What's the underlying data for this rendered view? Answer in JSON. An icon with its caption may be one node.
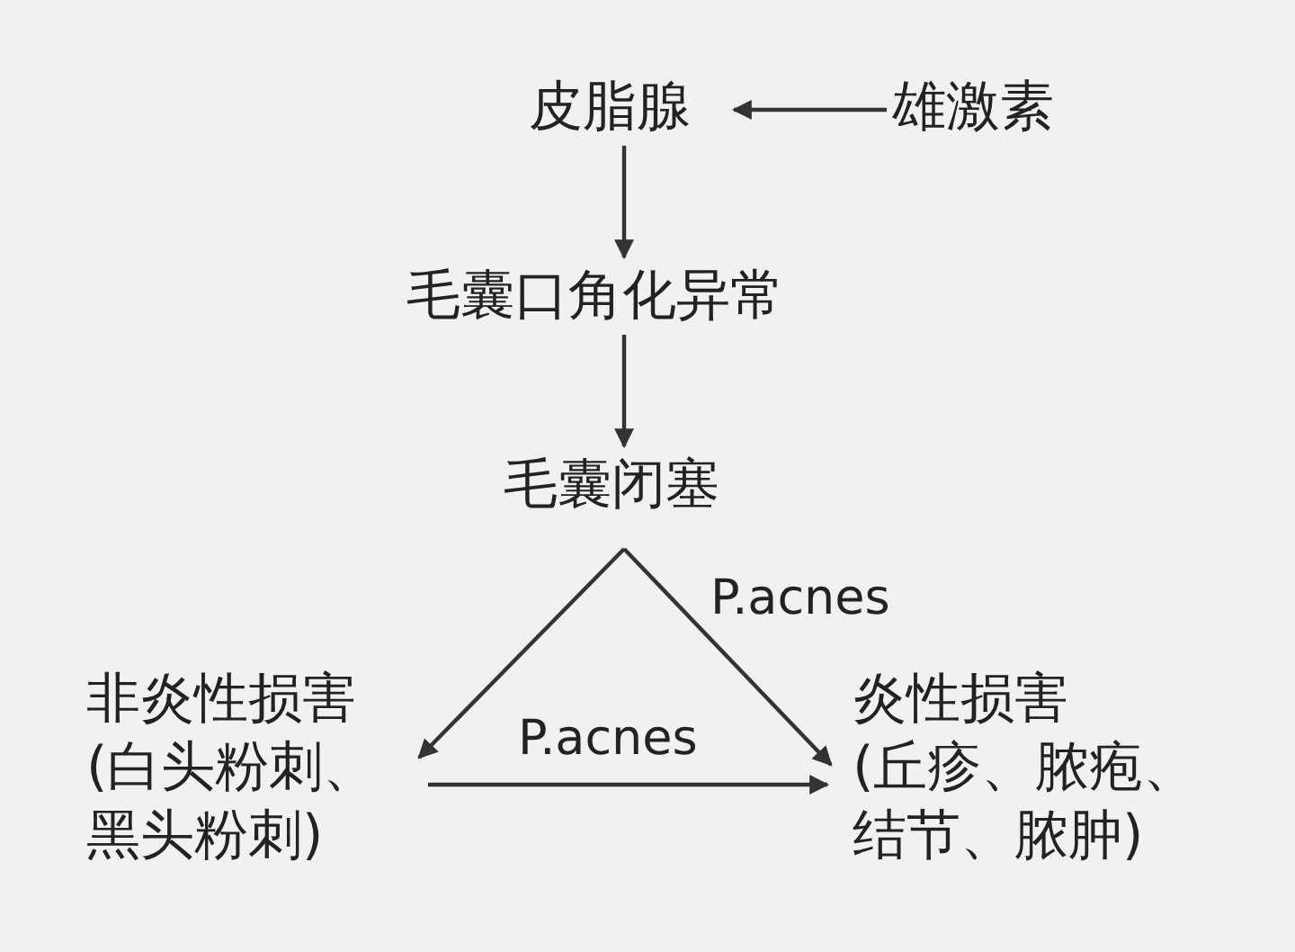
{
  "diagram": {
    "nodes": [
      {
        "text": [
          "皮脂腺"
        ]
      },
      {
        "text": [
          "雄激素"
        ]
      },
      {
        "text": [
          "毛囊口角化异常"
        ]
      },
      {
        "text": [
          "毛囊闭塞"
        ]
      },
      {
        "text": [
          "非炎性损害",
          "(白头粉刺、黑头粉刺)"
        ]
      },
      {
        "text": [
          "炎性损害",
          "(丘疹、脓疱、结节、脓肿)"
        ]
      }
    ],
    "edges": [
      {
        "from": 1,
        "to": 0,
        "arrow": "to"
      },
      {
        "from": 0,
        "to": 2,
        "arrow": "to"
      },
      {
        "from": 2,
        "to": 3,
        "arrow": "to"
      },
      {
        "from": 3,
        "to": 4,
        "arrow": "to"
      },
      {
        "from": 3,
        "to": 5,
        "arrow": "to",
        "label": "P.acnes"
      },
      {
        "from": 4,
        "to": 5,
        "arrow": "to",
        "label": "P.acnes"
      }
    ]
  }
}
